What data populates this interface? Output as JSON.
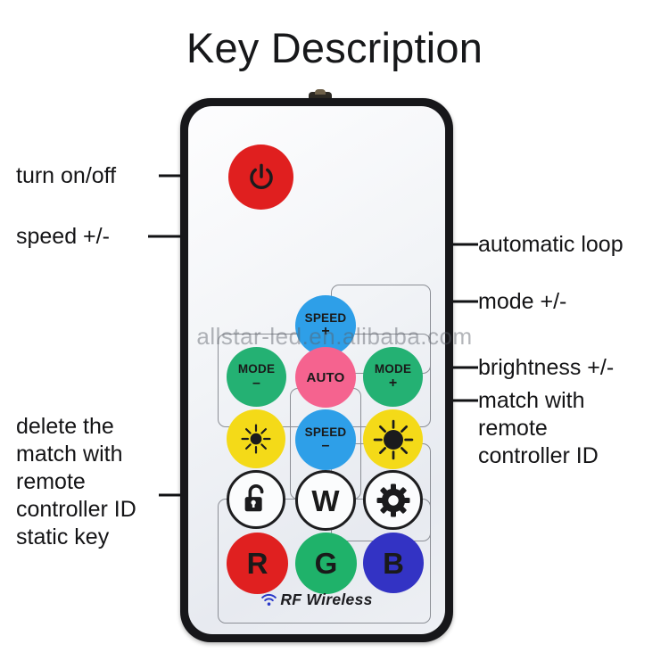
{
  "page": {
    "title": "Key Description",
    "watermark": "allstar-led.en.alibaba.com"
  },
  "remote": {
    "footer_text": "RF Wireless",
    "footer_icon": "wifi-icon",
    "buttons": [
      {
        "id": "power",
        "name": "power-button",
        "icon": "power-icon",
        "line1": "",
        "line2": "",
        "color": "#e01f1f"
      },
      {
        "id": "speed-up",
        "name": "speed-up-button",
        "icon": "",
        "line1": "SPEED",
        "line2": "+",
        "color": "#2e9fe8"
      },
      {
        "id": "mode-down",
        "name": "mode-down-button",
        "icon": "",
        "line1": "MODE",
        "line2": "–",
        "color": "#24b173"
      },
      {
        "id": "auto",
        "name": "auto-button",
        "icon": "",
        "line1": "AUTO",
        "line2": "",
        "color": "#f5638f"
      },
      {
        "id": "mode-up",
        "name": "mode-up-button",
        "icon": "",
        "line1": "MODE",
        "line2": "+",
        "color": "#24b173"
      },
      {
        "id": "bright-down",
        "name": "brightness-down-button",
        "icon": "sun-small-icon",
        "line1": "",
        "line2": "",
        "color": "#f4da18"
      },
      {
        "id": "speed-down",
        "name": "speed-down-button",
        "icon": "",
        "line1": "SPEED",
        "line2": "–",
        "color": "#2e9fe8"
      },
      {
        "id": "bright-up",
        "name": "brightness-up-button",
        "icon": "sun-large-icon",
        "line1": "",
        "line2": "",
        "color": "#f4da18"
      },
      {
        "id": "unlock",
        "name": "unlock-button",
        "icon": "open-padlock-icon",
        "line1": "",
        "line2": "",
        "color": "#fbfcfd"
      },
      {
        "id": "white",
        "name": "white-button",
        "icon": "",
        "line1": "W",
        "line2": "",
        "color": "#fbfcfd"
      },
      {
        "id": "settings",
        "name": "settings-button",
        "icon": "gear-icon",
        "line1": "",
        "line2": "",
        "color": "#fbfcfd"
      },
      {
        "id": "red",
        "name": "red-color-button",
        "icon": "",
        "line1": "R",
        "line2": "",
        "color": "#e02020"
      },
      {
        "id": "green",
        "name": "green-color-button",
        "icon": "",
        "line1": "G",
        "line2": "",
        "color": "#1fb26a"
      },
      {
        "id": "blue",
        "name": "blue-color-button",
        "icon": "",
        "line1": "B",
        "line2": "",
        "color": "#3333c4"
      }
    ]
  },
  "annotations": {
    "left": [
      {
        "id": "turn-on-off",
        "text": "turn on/off"
      },
      {
        "id": "speed",
        "text": "speed +/-"
      },
      {
        "id": "delete-id",
        "text": "delete the\nmatch with\nremote\ncontroller ID\nstatic key"
      }
    ],
    "right": [
      {
        "id": "automatic-loop",
        "text": "automatic loop"
      },
      {
        "id": "mode",
        "text": "mode +/-"
      },
      {
        "id": "brightness",
        "text": "brightness +/-"
      },
      {
        "id": "match-id",
        "text": "match with\nremote\ncontroller ID"
      }
    ]
  }
}
